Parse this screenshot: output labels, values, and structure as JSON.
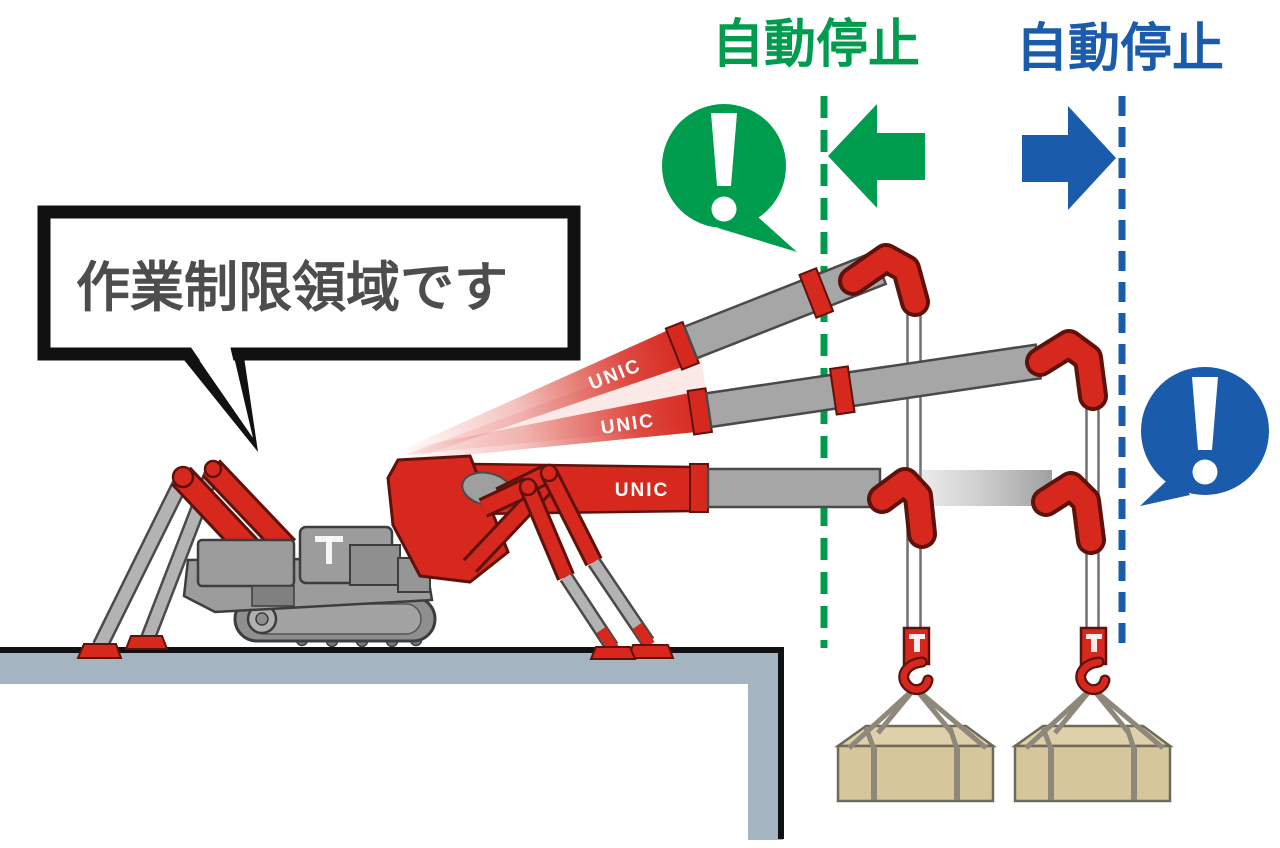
{
  "illustration": {
    "title_hint": "crane working-radius limit diagram",
    "speech_bubble": {
      "text": "作業制限領域です",
      "text_color": "#4d4d4d",
      "fill": "#ffffff",
      "border_color": "#111111"
    },
    "left_limit": {
      "label": "自動停止",
      "color": "#009c4e",
      "line_style": "dashed",
      "arrow_direction": "left",
      "icon": "exclamation-bubble"
    },
    "right_limit": {
      "label": "自動停止",
      "color": "#1a5cab",
      "line_style": "dashed",
      "arrow_direction": "right",
      "icon": "exclamation-bubble"
    },
    "crane": {
      "brand": "UNIC",
      "color": "#d7281e",
      "boom_gray": "#a6a6a6",
      "boom_positions": 3
    },
    "loads": {
      "count": 2,
      "top_color": "#ded0a8",
      "front_color": "#d5c69b"
    },
    "platform": {
      "color": "#a4b5c1",
      "edge_color": "#111111"
    }
  }
}
